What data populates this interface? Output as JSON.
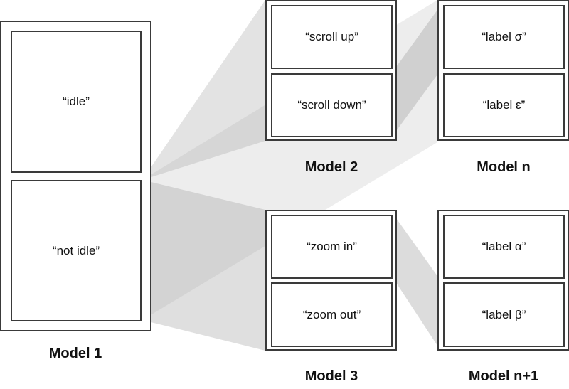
{
  "diagram": {
    "projection_color": "#9a9a9a",
    "models": [
      {
        "id": "m1",
        "caption": "Model 1",
        "labels": [
          "“idle”",
          "“not idle”"
        ]
      },
      {
        "id": "m2",
        "caption": "Model 2",
        "labels": [
          "“scroll up”",
          "“scroll down”"
        ]
      },
      {
        "id": "mn",
        "caption": "Model n",
        "labels": [
          "“label σ”",
          "“label ε”"
        ]
      },
      {
        "id": "m3",
        "caption": "Model 3",
        "labels": [
          "“zoom in”",
          "“zoom out”"
        ]
      },
      {
        "id": "mn1",
        "caption": "Model n+1",
        "labels": [
          "“label α”",
          "“label β”"
        ]
      }
    ],
    "links": [
      {
        "from": "Model 1 / “not idle”",
        "to": "Model 2"
      },
      {
        "from": "Model 1 / “not idle”",
        "to": "Model 3"
      },
      {
        "from": "Model 1 / “not idle”",
        "to": "Model n"
      },
      {
        "from": "Model 2 / “scroll down”",
        "to": "Model n"
      },
      {
        "from": "Model 3 / “zoom in”",
        "to": "Model n+1"
      }
    ]
  }
}
